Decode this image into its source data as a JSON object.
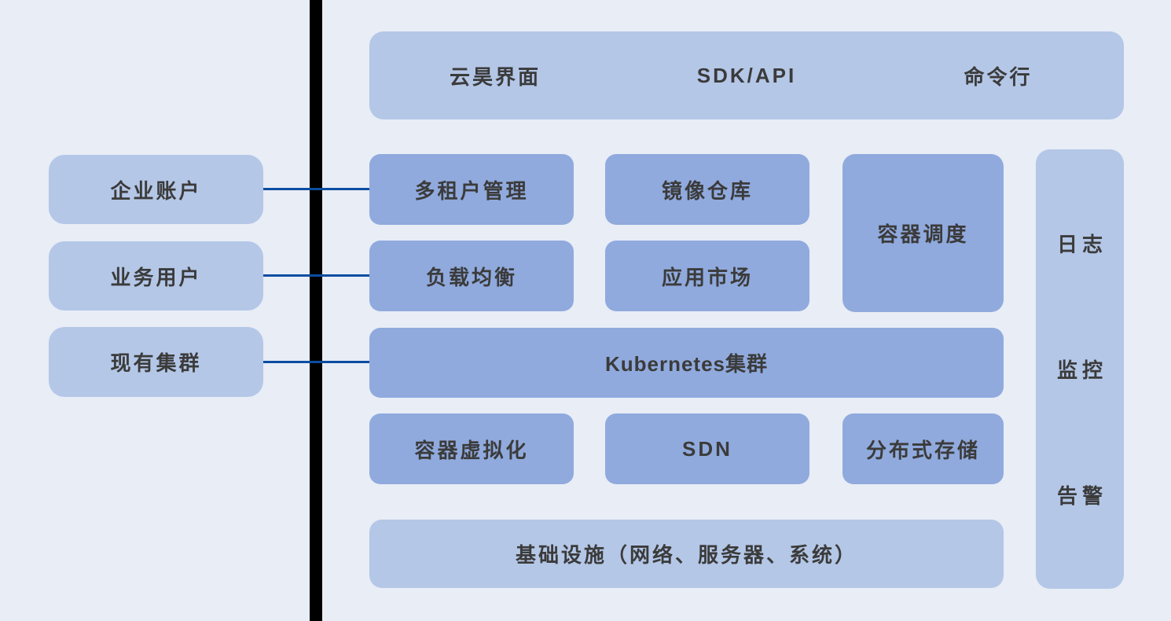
{
  "colors": {
    "background": "#e8edf6",
    "light_box": "#b4c7e7",
    "dark_box": "#90aadd",
    "divider": "#000000",
    "connector_line": "#0b4da1",
    "text": "#3b3b3b"
  },
  "left_panel": {
    "items": [
      {
        "label": "企业账户"
      },
      {
        "label": "业务用户"
      },
      {
        "label": "现有集群"
      }
    ]
  },
  "header_bar": {
    "items": [
      {
        "label": "云昊界面"
      },
      {
        "label": "SDK/API"
      },
      {
        "label": "命令行"
      }
    ]
  },
  "platform": {
    "multi_tenant": {
      "label": "多租户管理"
    },
    "image_registry": {
      "label": "镜像仓库"
    },
    "container_scheduler": {
      "label": "容器调度"
    },
    "load_balancer": {
      "label": "负载均衡"
    },
    "app_market": {
      "label": "应用市场"
    },
    "kubernetes": {
      "label": "Kubernetes集群"
    },
    "container_virtualization": {
      "label": "容器虚拟化"
    },
    "sdn": {
      "label": "SDN"
    },
    "distributed_storage": {
      "label": "分布式存储"
    },
    "infrastructure": {
      "label": "基础设施（网络、服务器、系统）"
    }
  },
  "ops_column": {
    "items": [
      {
        "label": "日志"
      },
      {
        "label": "监控"
      },
      {
        "label": "告警"
      }
    ]
  }
}
